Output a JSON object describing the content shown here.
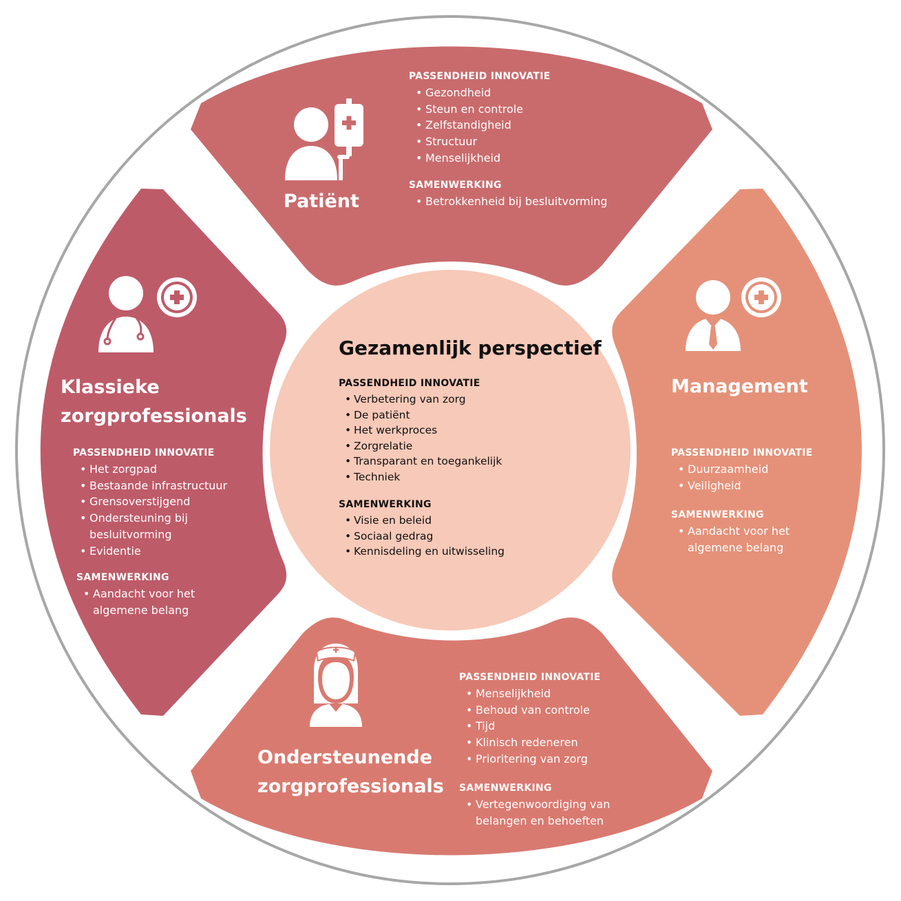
{
  "colors": {
    "patient": "#c96b6d",
    "management": "#e59179",
    "support": "#d97a70",
    "classic": "#be5b69",
    "center": "#f7c9b8",
    "ring": "#a7a7a7"
  },
  "center": {
    "title": "Gezamenlijk perspectief",
    "innovation_heading": "PASSENDHEID INNOVATIE",
    "innovation_items": [
      "Verbetering van zorg",
      "De patiënt",
      "Het werkproces",
      "Zorgrelatie",
      "Transparant en toegankelijk",
      "Techniek"
    ],
    "cooperation_heading": "SAMENWERKING",
    "cooperation_items": [
      "Visie en beleid",
      "Sociaal gedrag",
      "Kennisdeling en uitwisseling"
    ]
  },
  "patient": {
    "title": "Patiënt",
    "icon": "patient-iv-icon",
    "innovation_heading": "PASSENDHEID INNOVATIE",
    "innovation_items": [
      "Gezondheid",
      "Steun en controle",
      "Zelfstandigheid",
      "Structuur",
      "Menselijkheid"
    ],
    "cooperation_heading": "SAMENWERKING",
    "cooperation_items": [
      "Betrokkenheid bij besluitvorming"
    ]
  },
  "management": {
    "title": "Management",
    "icon": "manager-cross-icon",
    "innovation_heading": "PASSENDHEID INNOVATIE",
    "innovation_items": [
      "Duurzaamheid",
      "Veiligheid"
    ],
    "cooperation_heading": "SAMENWERKING",
    "cooperation_items": [
      "Aandacht voor het algemene belang"
    ]
  },
  "support": {
    "title_line1": "Ondersteunende",
    "title_line2": "zorgprofessionals",
    "icon": "nurse-icon",
    "innovation_heading": "PASSENDHEID INNOVATIE",
    "innovation_items": [
      "Menselijkheid",
      "Behoud van controle",
      "Tijd",
      "Klinisch redeneren",
      "Prioritering van zorg"
    ],
    "cooperation_heading": "SAMENWERKING",
    "cooperation_items": [
      "Vertegenwoordiging van belangen en behoeften"
    ]
  },
  "classic": {
    "title_line1": "Klassieke",
    "title_line2": "zorgprofessionals",
    "icon": "doctor-stethoscope-icon",
    "innovation_heading": "PASSENDHEID INNOVATIE",
    "innovation_items": [
      "Het zorgpad",
      "Bestaande infrastructuur",
      "Grensoverstijgend",
      "Ondersteuning bij besluitvorming",
      "Evidentie"
    ],
    "cooperation_heading": "SAMENWERKING",
    "cooperation_items": [
      "Aandacht voor het algemene belang"
    ]
  }
}
